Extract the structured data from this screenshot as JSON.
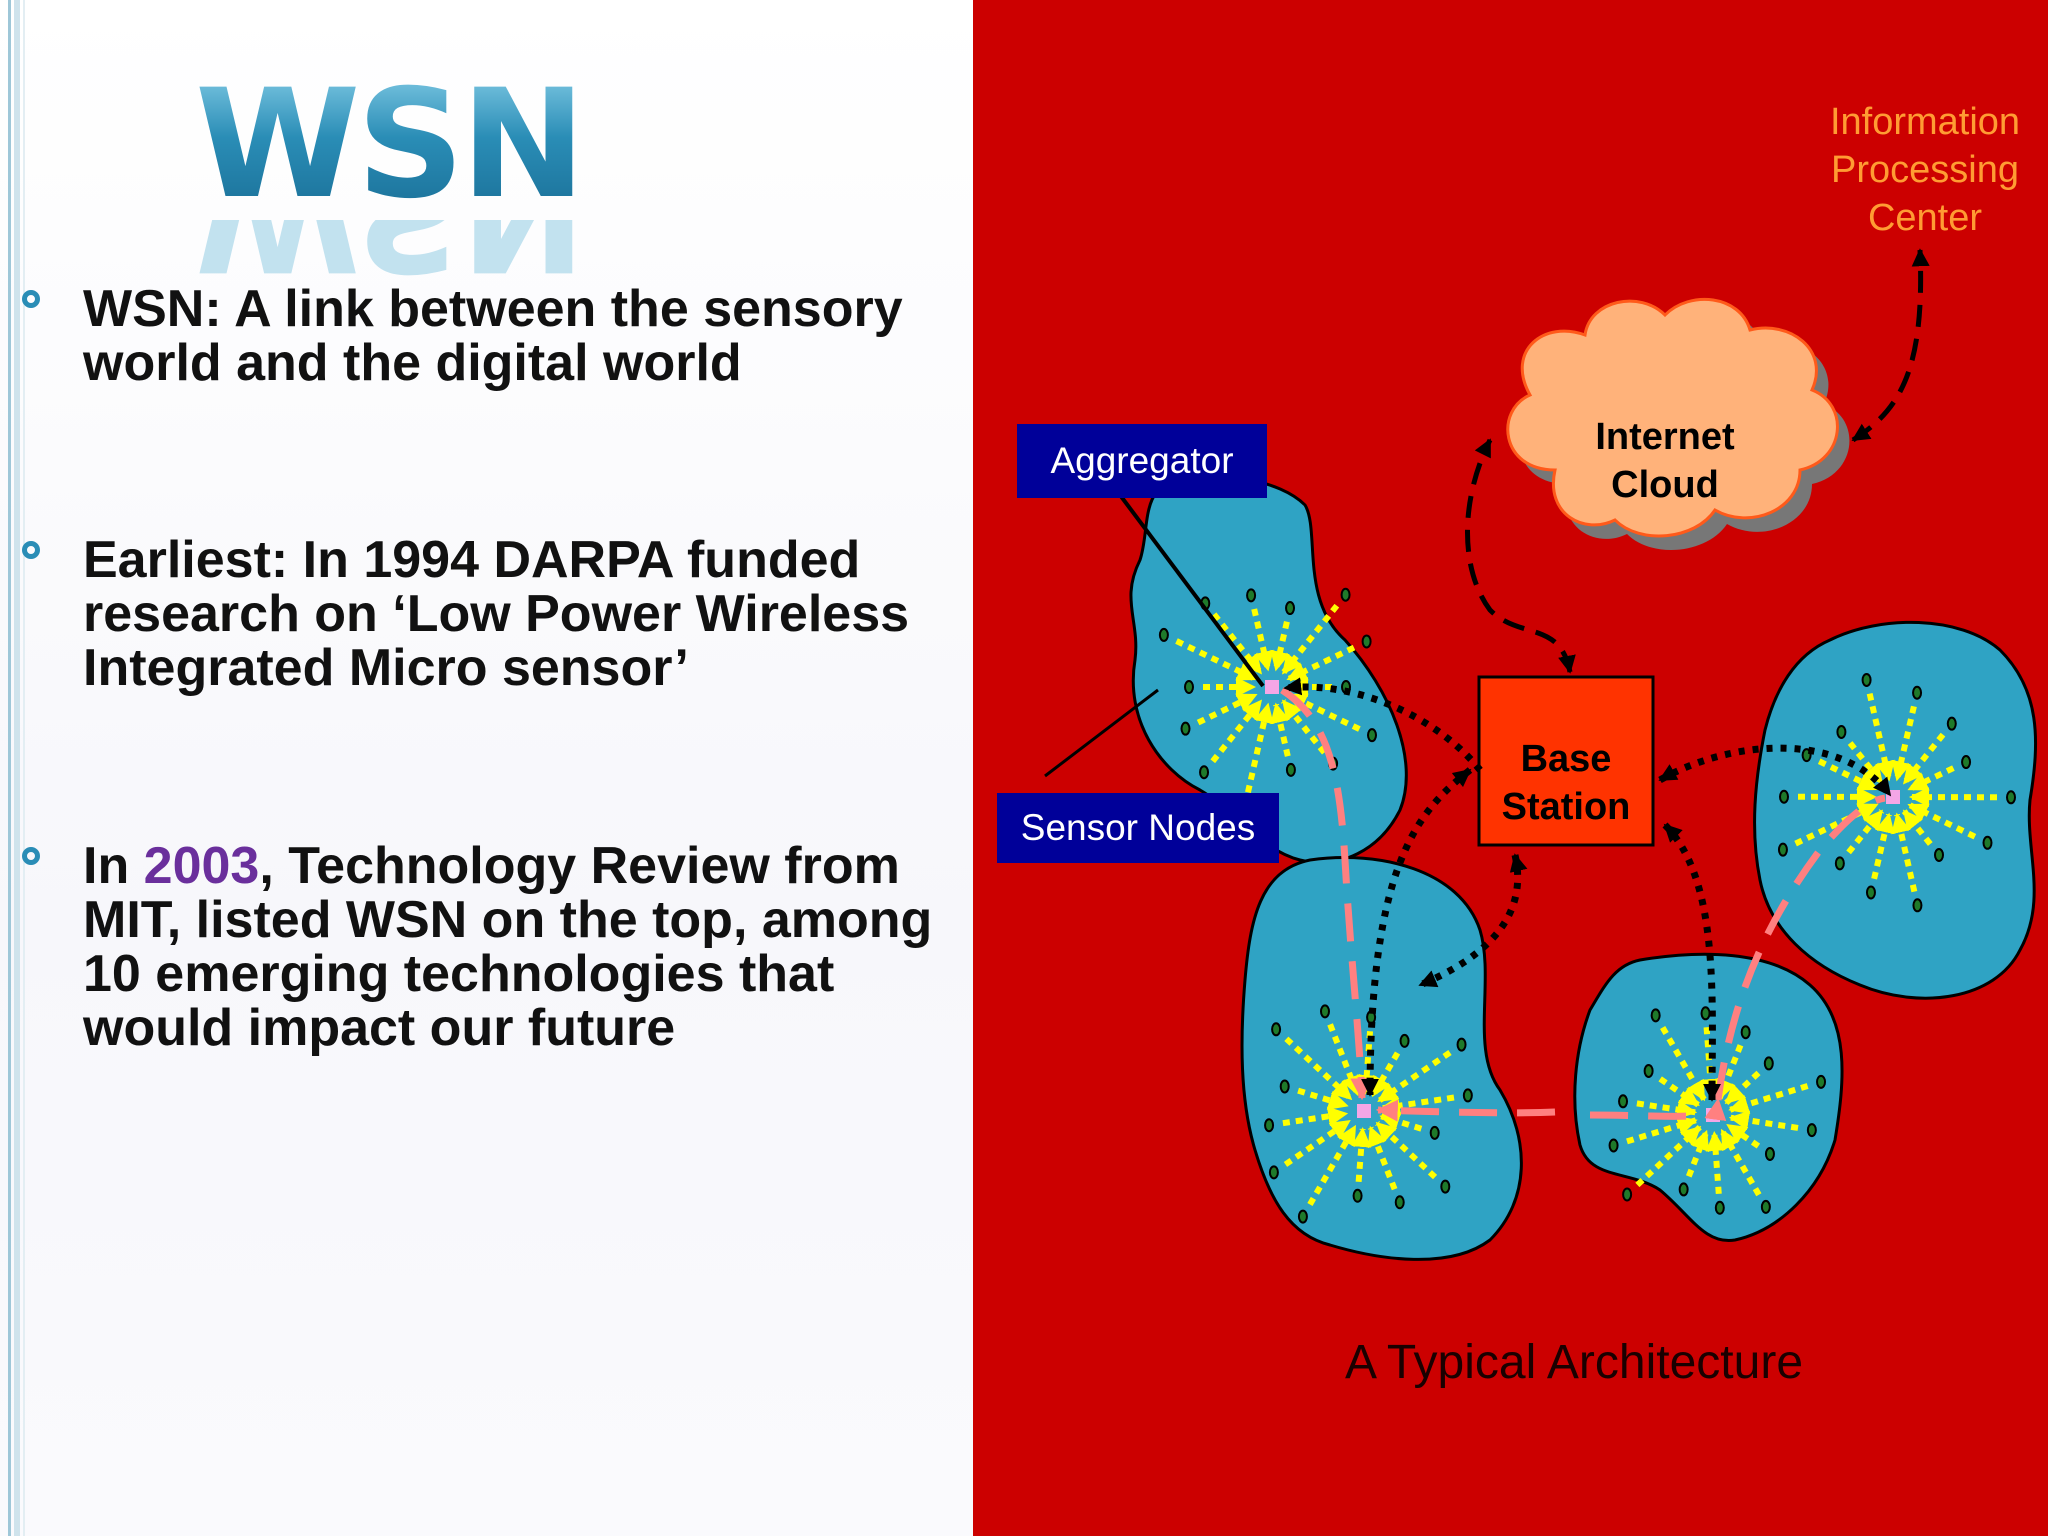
{
  "logo": {
    "text": "WSN"
  },
  "bullets": [
    {
      "text": "WSN: A link between the sensory world and the digital world"
    },
    {
      "text": "Earliest: In 1994 DARPA funded research on ‘Low Power Wireless Integrated Micro sensor’"
    },
    {
      "prefix": "In ",
      "year": "2003",
      "suffix": ", Technology Review from MIT, listed WSN on the top, among 10 emerging technologies that would impact our future"
    }
  ],
  "diagram": {
    "ipc_label": "Information Processing Center",
    "cloud_label": "Internet Cloud",
    "base_station_label": "Base Station",
    "aggregator_label": "Aggregator",
    "sensor_nodes_label": "Sensor Nodes",
    "caption": "A Typical Architecture"
  },
  "colors": {
    "right_panel": "#cc0000",
    "cluster": "#2fa3c4",
    "cloud": "#ffb27a",
    "base_station": "#ff3300",
    "label_box": "#000099",
    "sensor_arrow": "#ffff00",
    "route": "#ff8080",
    "ipc_text": "#ff9c33",
    "bullet_mark": "#2a8db6",
    "year_highlight": "#6a2f9c"
  }
}
